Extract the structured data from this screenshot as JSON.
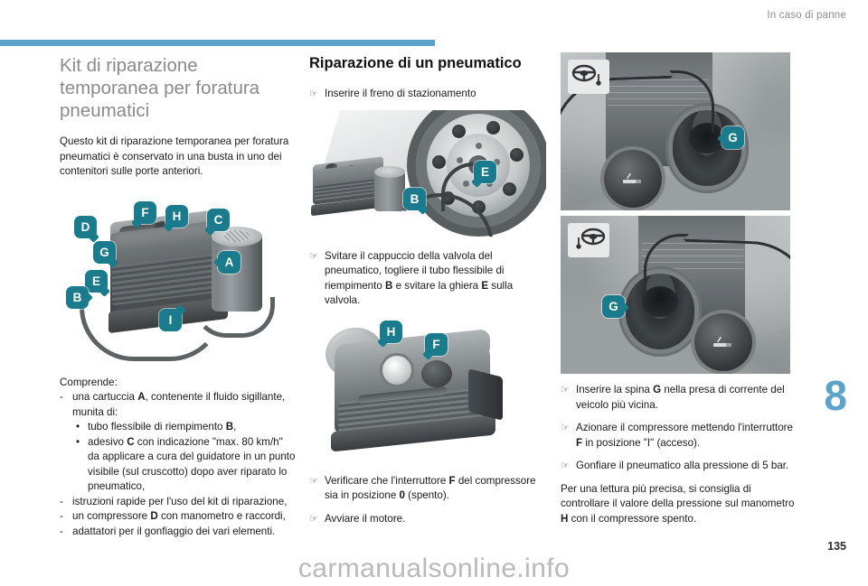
{
  "header": {
    "running_title": "In caso di panne"
  },
  "chapter": {
    "number": "8"
  },
  "footer": {
    "page_number": "135",
    "watermark": "carmanualsonline.info"
  },
  "left_column": {
    "title": "Kit di riparazione temporanea per foratura pneumatici",
    "lead": "Questo kit di riparazione temporanea per foratura pneumatici è conservato in una busta in uno dei contenitori sulle porte anteriori.",
    "comprende_label": "Comprende:",
    "items": [
      {
        "marker": "-",
        "text_parts": [
          "una cartuccia ",
          "A",
          ", contenente il fluido sigillante, munita di:"
        ],
        "sub": [
          {
            "marker": "•",
            "text_parts": [
              "tubo flessibile di riempimento ",
              "B",
              ","
            ]
          },
          {
            "marker": "•",
            "text_parts": [
              "adesivo ",
              "C",
              " con indicazione \"max. 80 km/h\" da applicare a cura del guidatore in un punto visibile (sul cruscotto) dopo aver riparato lo pneumatico,"
            ]
          }
        ]
      },
      {
        "marker": "-",
        "text_parts": [
          "istruzioni rapide per l'uso del kit di riparazione,"
        ],
        "sub": []
      },
      {
        "marker": "-",
        "text_parts": [
          "un compressore ",
          "D",
          " con manometro e raccordi,"
        ],
        "sub": []
      },
      {
        "marker": "-",
        "text_parts": [
          "adattatori per il gonfiaggio dei vari elementi."
        ],
        "sub": []
      }
    ],
    "figure": {
      "name": "tyre-repair-kit-illustration",
      "badges": [
        "D",
        "F",
        "H",
        "C",
        "G",
        "A",
        "E",
        "B",
        "I"
      ]
    }
  },
  "mid_column": {
    "title": "Riparazione di un pneumatico",
    "steps": [
      {
        "hand": "☞",
        "text_parts": [
          "Inserire il freno di stazionamento"
        ]
      },
      {
        "hand": "☞",
        "text_parts": [
          "Svitare il cappuccio della valvola del pneumatico, togliere il tubo flessibile di riempimento ",
          "B",
          " e svitare la ghiera ",
          "E",
          " sulla valvola."
        ]
      },
      {
        "hand": "☞",
        "text_parts": [
          "Verificare che l'interruttore ",
          "F",
          " del compressore sia in posizione ",
          "0",
          " (spento)."
        ]
      },
      {
        "hand": "☞",
        "text_parts": [
          "Avviare il motore."
        ]
      }
    ],
    "figure_wheel": {
      "name": "compressor-connected-to-wheel-illustration",
      "badges": [
        "B",
        "E"
      ]
    },
    "figure_compressor": {
      "name": "compressor-closeup-illustration",
      "badges": [
        "H",
        "F"
      ]
    }
  },
  "right_column": {
    "figure_socket_lhd": {
      "name": "power-socket-left-hand-drive-photo",
      "badges": [
        "G"
      ],
      "corner_icon": "steering-wheel-left-icon"
    },
    "figure_socket_rhd": {
      "name": "power-socket-right-hand-drive-photo",
      "badges": [
        "G"
      ],
      "corner_icon": "steering-wheel-right-icon"
    },
    "steps": [
      {
        "hand": "☞",
        "text_parts": [
          "Inserire la spina ",
          "G",
          " nella presa di corrente del veicolo più vicina."
        ]
      },
      {
        "hand": "☞",
        "text_parts": [
          "Azionare il compressore mettendo l'interruttore ",
          "F",
          " in posizione \"I\" (acceso)."
        ]
      },
      {
        "hand": "☞",
        "text_parts": [
          "Gonfiare il pneumatico alla pressione di 5 bar."
        ]
      }
    ],
    "note_parts": [
      "Per una lettura più precisa, si consiglia di controllare il valore della pressione sul manometro ",
      "H",
      " con il compressore spento."
    ]
  },
  "colors": {
    "accent_blue": "#5ba3c9",
    "badge_teal": "#1a7b8c",
    "title_grey": "#8a8a8a",
    "watermark_grey": "#b9b9b9"
  }
}
